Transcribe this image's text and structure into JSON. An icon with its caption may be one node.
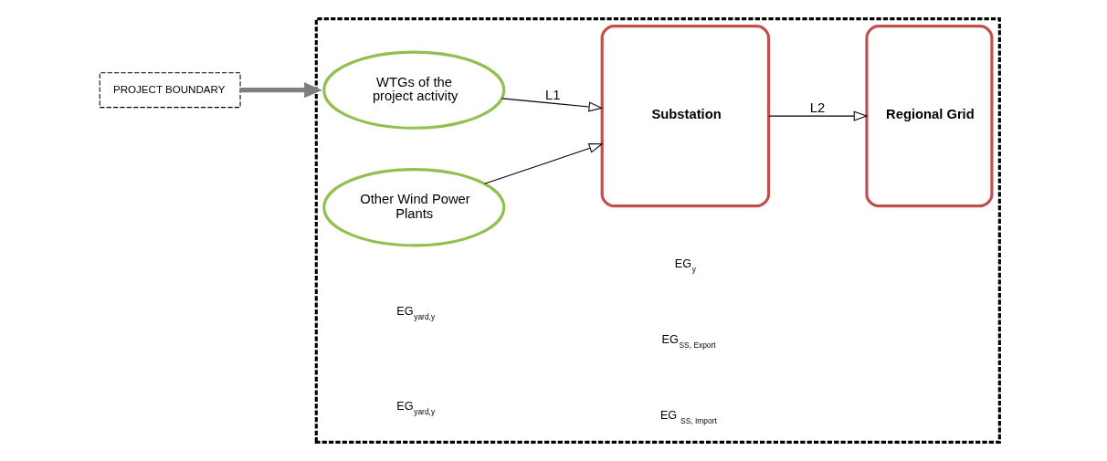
{
  "diagram": {
    "nodes": [
      {
        "text": [],
        "shape": "box"
      },
      {
        "text": [
          "WTGs of the project activity"
        ],
        "in": 0
      },
      {
        "text": [
          "Other Wind Power Plants"
        ],
        "in": 0
      },
      {
        "text": [
          "Substation"
        ],
        "in": 0
      },
      {
        "text": [
          "Regional Grid"
        ],
        "in": 0
      },
      {
        "text": [
          "PROJECT BOUNDARY"
        ]
      }
    ],
    "edges": [
      {
        "from": 1,
        "to": 3,
        "arrow": "to",
        "label": "L1"
      },
      {
        "from": 2,
        "to": 3,
        "arrow": "to"
      },
      {
        "from": 3,
        "to": 4,
        "arrow": "to",
        "label": "L2"
      },
      {
        "from": 5,
        "to": 0,
        "arrow": "to",
        "style": "thick",
        "color": "#7f7f7f"
      }
    ],
    "labels": [
      "EG$_{yard,y}$",
      "EG$_{yard,y}$",
      "EG$_{y}$",
      "EG$_{SS, Export}$",
      "EG $_{SS, Import}$"
    ]
  }
}
